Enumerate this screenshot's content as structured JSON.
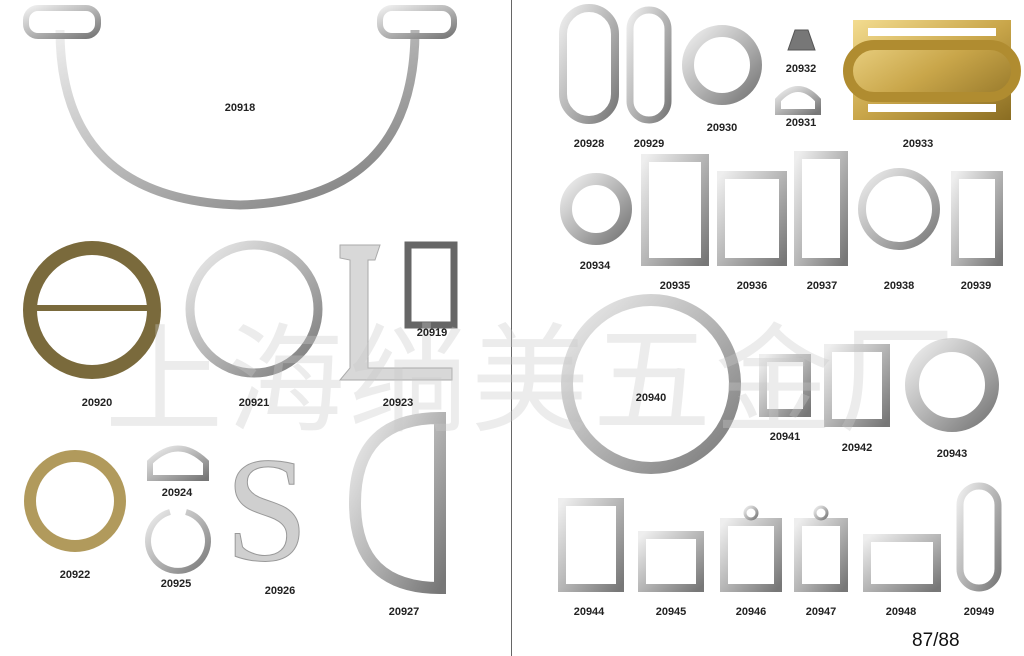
{
  "watermark": "上海绱美五金厂",
  "page_number": "87/88",
  "colors": {
    "silver": "#c8c8c8",
    "dark_silver": "#888888",
    "gold": "#c9a64a",
    "bronze": "#7a6a3c",
    "antique_brass": "#b19a5c"
  },
  "products": [
    {
      "code": "20918"
    },
    {
      "code": "20919"
    },
    {
      "code": "20920"
    },
    {
      "code": "20921"
    },
    {
      "code": "20922"
    },
    {
      "code": "20923"
    },
    {
      "code": "20924"
    },
    {
      "code": "20925"
    },
    {
      "code": "20926"
    },
    {
      "code": "20927"
    },
    {
      "code": "20928"
    },
    {
      "code": "20929"
    },
    {
      "code": "20930"
    },
    {
      "code": "20931"
    },
    {
      "code": "20932"
    },
    {
      "code": "20933"
    },
    {
      "code": "20934"
    },
    {
      "code": "20935"
    },
    {
      "code": "20936"
    },
    {
      "code": "20937"
    },
    {
      "code": "20938"
    },
    {
      "code": "20939"
    },
    {
      "code": "20940"
    },
    {
      "code": "20941"
    },
    {
      "code": "20942"
    },
    {
      "code": "20943"
    },
    {
      "code": "20944"
    },
    {
      "code": "20945"
    },
    {
      "code": "20946"
    },
    {
      "code": "20947"
    },
    {
      "code": "20948"
    },
    {
      "code": "20949"
    }
  ]
}
